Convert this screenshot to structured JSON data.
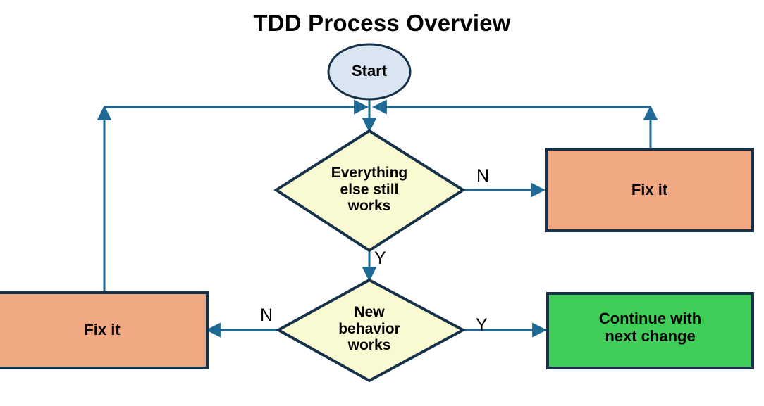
{
  "title": "TDD Process Overview",
  "colors": {
    "start_fill": "#dae5f2",
    "decision_fill": "#fafad2",
    "fix_fill": "#f0a882",
    "continue_fill": "#41ce58",
    "node_stroke": "#16314a",
    "edge_stroke": "#1f6a94",
    "text": "#000000",
    "background": "#ffffff"
  },
  "nodes": {
    "start": {
      "label": "Start",
      "shape": "ellipse"
    },
    "decision_regression": {
      "label": "Everything\nelse still\nworks",
      "shape": "diamond"
    },
    "decision_behavior": {
      "label": "New\nbehavior\nworks",
      "shape": "diamond"
    },
    "fix_right": {
      "label": "Fix it",
      "shape": "rectangle"
    },
    "fix_left": {
      "label": "Fix it",
      "shape": "rectangle"
    },
    "continue": {
      "label": "Continue with\nnext change",
      "shape": "rectangle"
    }
  },
  "edge_labels": {
    "regression_no": "N",
    "regression_yes": "Y",
    "behavior_no": "N",
    "behavior_yes": "Y"
  }
}
